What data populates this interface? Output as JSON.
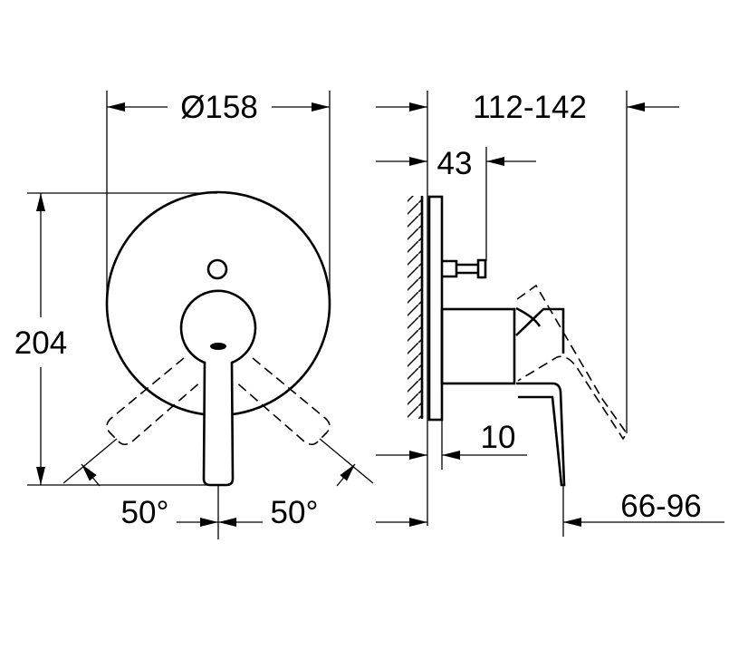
{
  "front_view": {
    "diameter_label": "Ø158",
    "height_label": "204",
    "angle_left_label": "50°",
    "angle_right_label": "50°"
  },
  "side_view": {
    "depth_range_label": "112-142",
    "pin_depth_label": "43",
    "plate_thickness_label": "10",
    "lever_range_label": "66-96"
  }
}
